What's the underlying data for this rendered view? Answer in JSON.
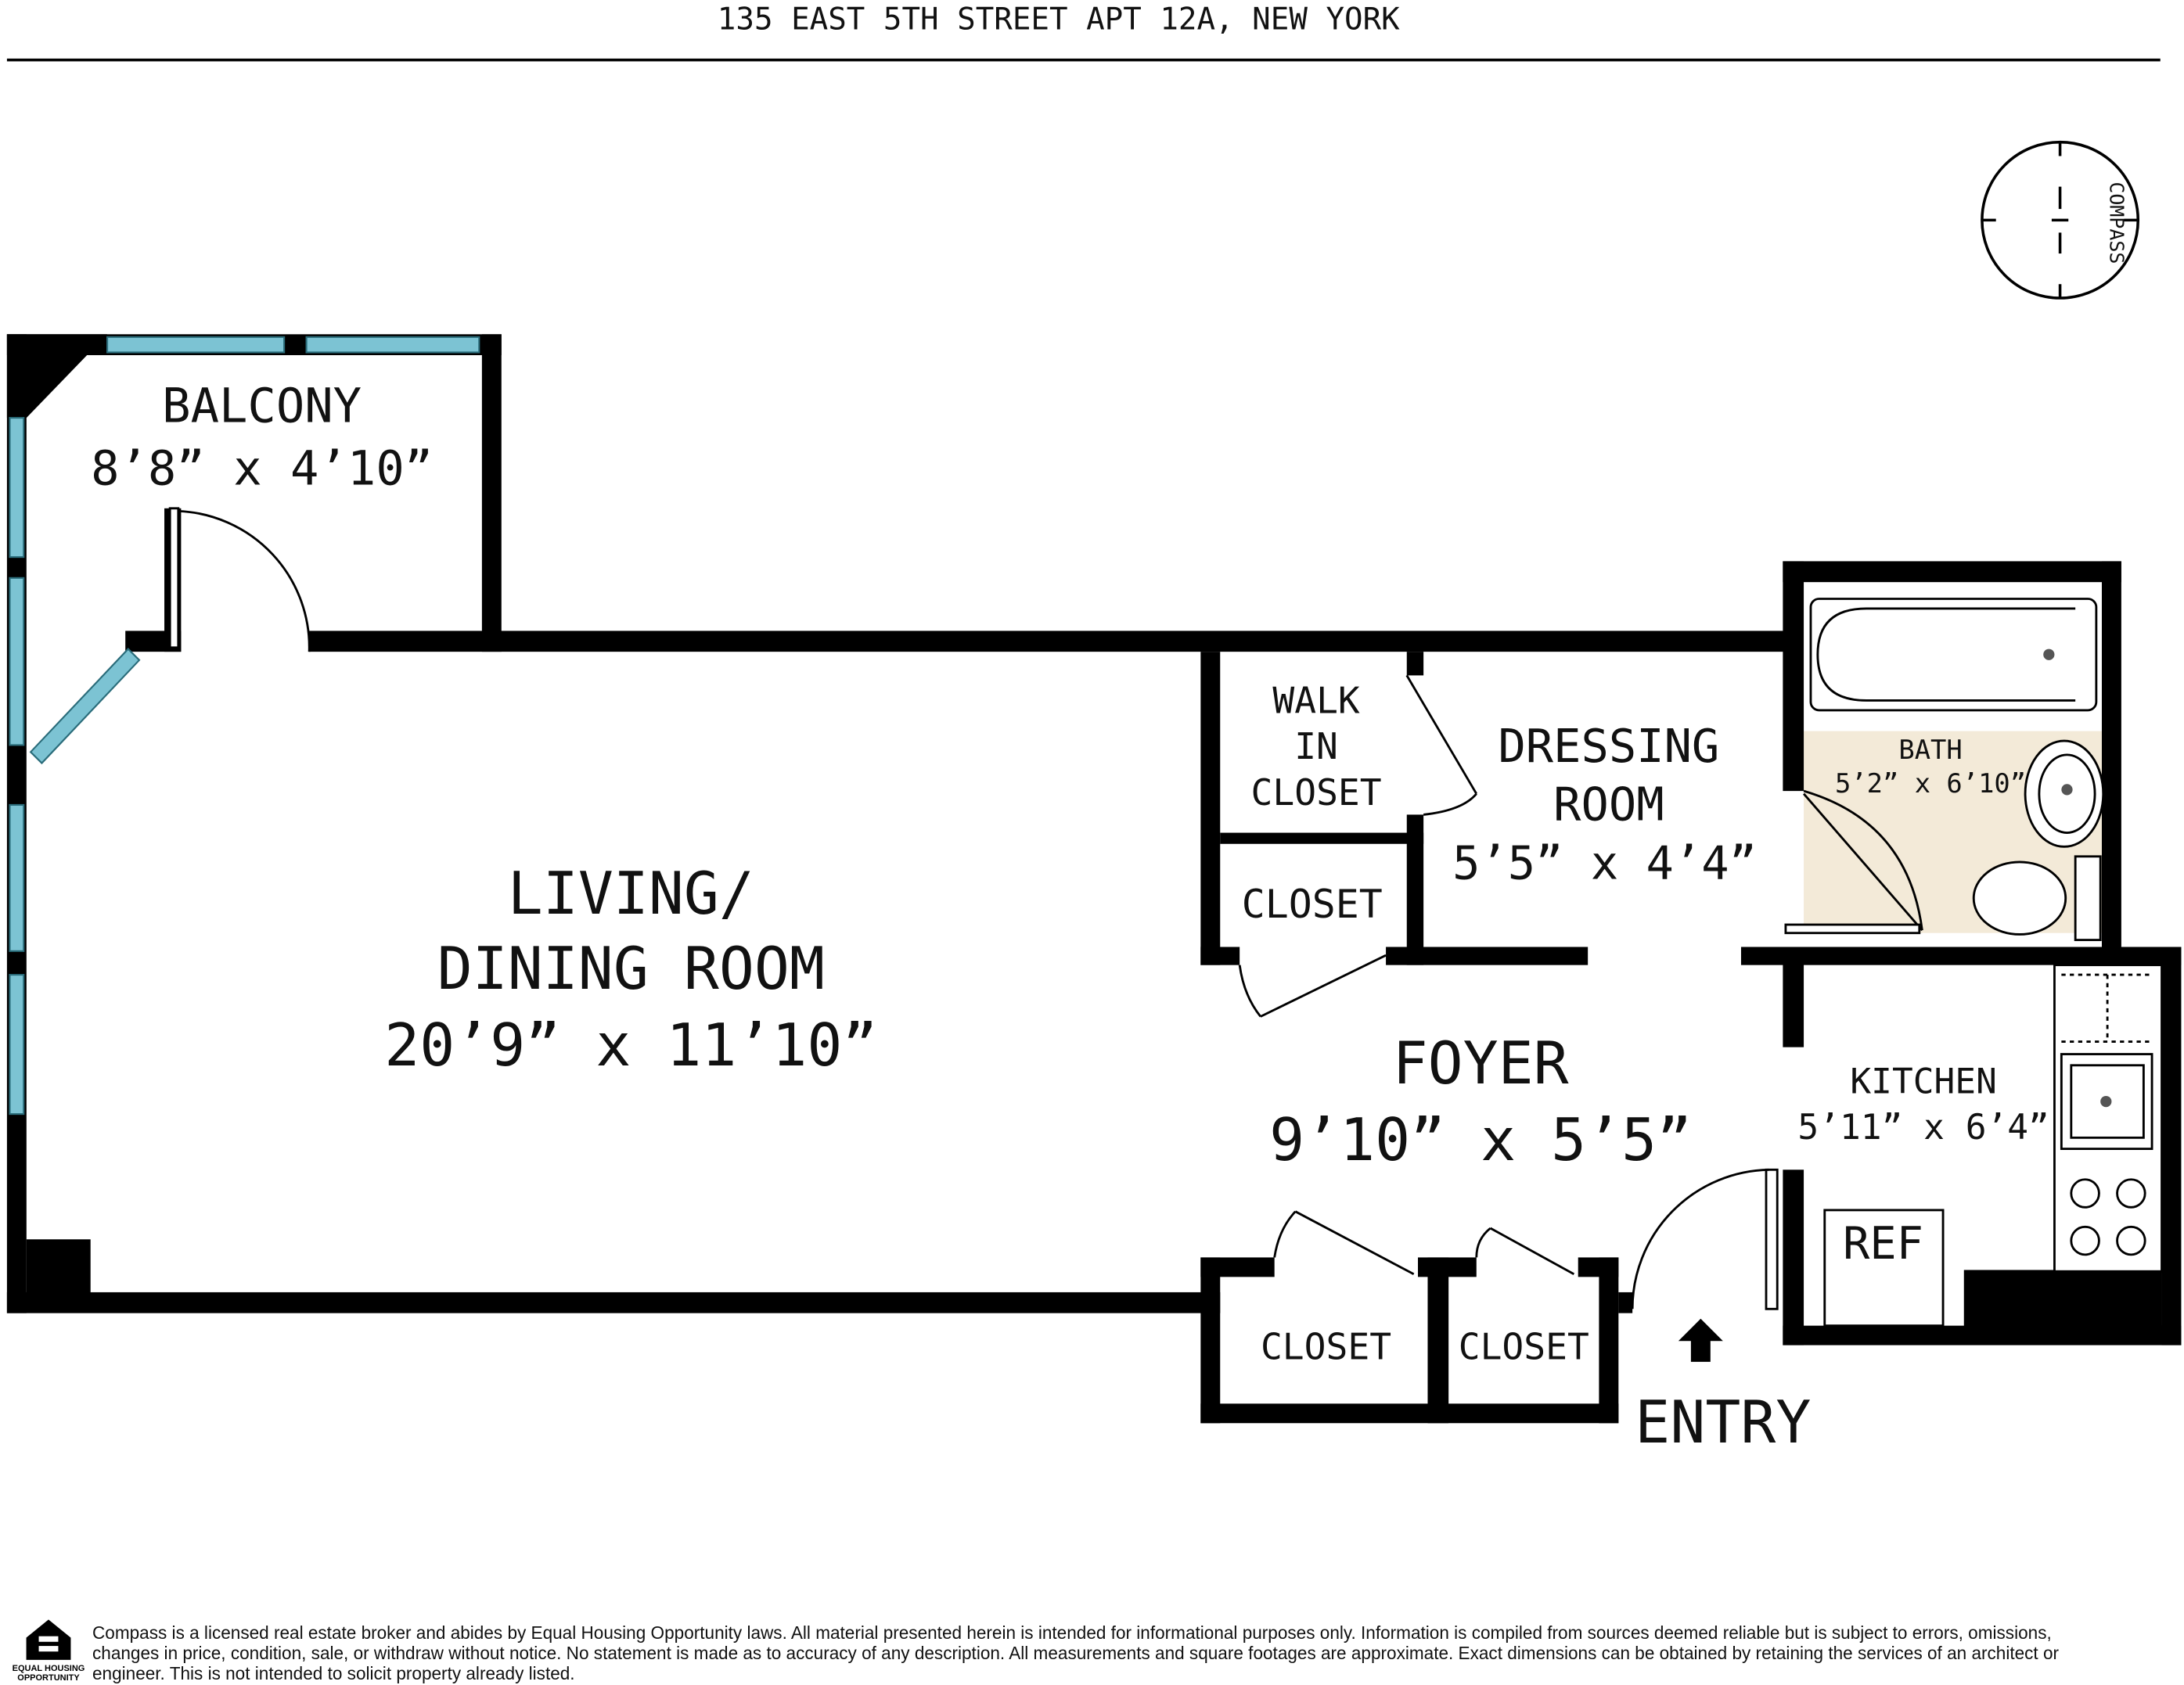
{
  "header": {
    "address": "135 EAST 5TH STREET APT 12A, NEW YORK"
  },
  "compass": {
    "label": "COMPASS"
  },
  "rooms": {
    "balcony": {
      "name": "BALCONY",
      "dims": "8’8” x 4’10”"
    },
    "living": {
      "name1": "LIVING/",
      "name2": "DINING ROOM",
      "dims": "20’9” x 11’10”"
    },
    "walkin": {
      "name1": "WALK",
      "name2": "IN",
      "name3": "CLOSET"
    },
    "closet1": {
      "name": "CLOSET"
    },
    "dressing": {
      "name1": "DRESSING",
      "name2": "ROOM",
      "dims": "5’5” x 4’4”"
    },
    "bath": {
      "name": "BATH",
      "dims": "5’2” x 6’10”"
    },
    "kitchen": {
      "name": "KITCHEN",
      "dims": "5’11” x 6’4”"
    },
    "ref": {
      "name": "REF"
    },
    "foyer": {
      "name": "FOYER",
      "dims": "9’10” x 5’5”"
    },
    "closet2": {
      "name": "CLOSET"
    },
    "closet3": {
      "name": "CLOSET"
    },
    "entry": {
      "name": "ENTRY"
    }
  },
  "footer": {
    "disclaimer": "Compass is a licensed real estate broker and abides by Equal Housing Opportunity laws. All material presented herein is intended for informational purposes only. Information is compiled from sources deemed reliable but is subject to errors, omissions, changes in price, condition, sale, or withdraw without notice. No statement is made as to accuracy of any description. All measurements and square footages are approximate. Exact dimensions can be obtained by retaining the services of an architect or engineer. This is not intended to solicit property already listed.",
    "eho_label": "EQUAL HOUSING OPPORTUNITY"
  }
}
